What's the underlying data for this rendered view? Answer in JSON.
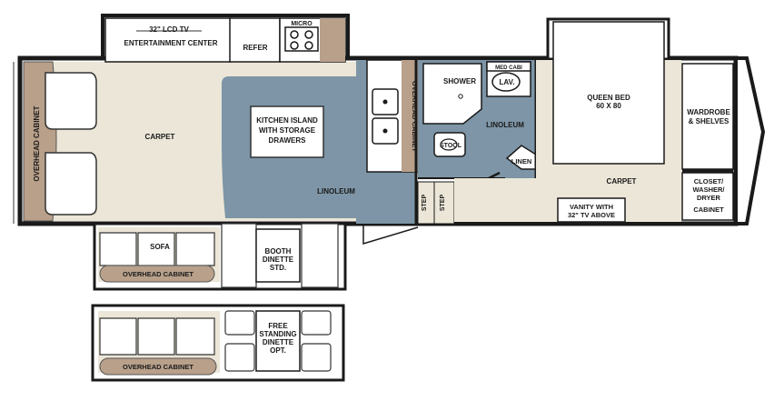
{
  "labels": {
    "lcd_tv": "32\" LCD TV",
    "entertainment_center": "ENTERTAINMENT CENTER",
    "refer": "REFER",
    "micro": "MICRO",
    "overhead_cabinet_left": "OVERHEAD CABINET",
    "carpet_living": "CARPET",
    "kitchen_island": [
      "KITCHEN ISLAND",
      "WITH STORAGE",
      "DRAWERS"
    ],
    "linoleum_kitchen": "LINOLEUM",
    "overhead_cabinet_center": "OVERHEAD CABINET",
    "shower": "SHOWER",
    "med_cabinet": "MED CABI",
    "lav": "LAV.",
    "linoleum_bath": "LINOLEUM",
    "stool": "STOOL",
    "linen": "LINEN",
    "step1": "STEP",
    "step2": "STEP",
    "queen_bed": [
      "QUEEN BED",
      "60 X 80"
    ],
    "wardrobe": [
      "WARDROBE",
      "& SHELVES"
    ],
    "carpet_bedroom": "CARPET",
    "vanity": [
      "VANITY WITH",
      "32\" TV ABOVE"
    ],
    "closet": [
      "CLOSET/",
      "WASHER/",
      "DRYER",
      "CABINET"
    ],
    "sofa": "SOFA",
    "overhead_cabinet_sofa": "OVERHEAD CABINET",
    "booth_dinette": [
      "BOOTH",
      "DINETTE",
      "STD."
    ],
    "overhead_cabinet_alt": "OVERHEAD CABINET",
    "free_standing_dinette": [
      "FREE",
      "STANDING",
      "DINETTE",
      "OPT."
    ]
  },
  "colors": {
    "carpet": "#ebe6d7",
    "linoleum": "#7d95a6",
    "cabinet": "#b8a08a",
    "wall": "#1a1a1a"
  }
}
